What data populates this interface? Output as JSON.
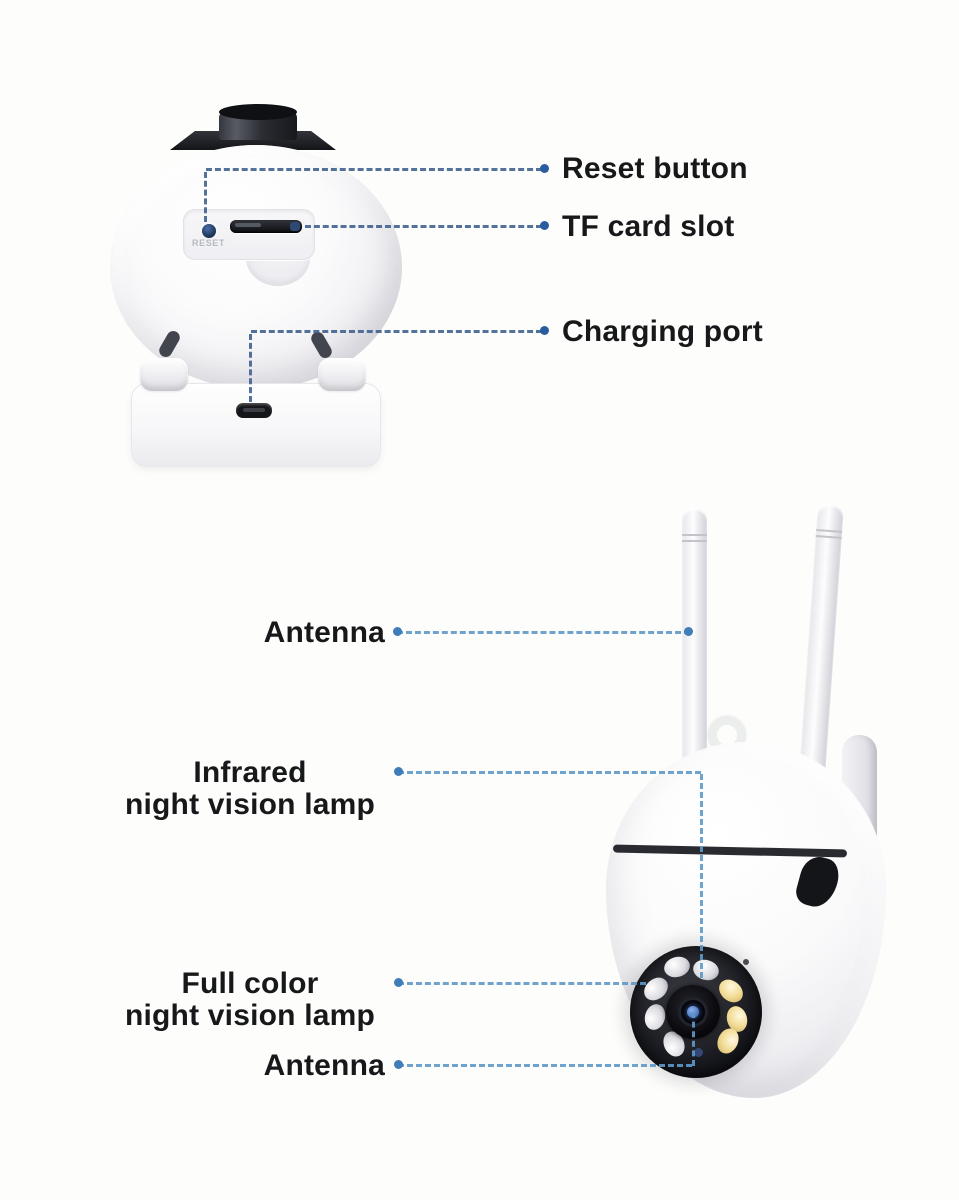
{
  "meta": {
    "background_color": "#fdfdfc",
    "label_color": "#17181a",
    "leader_line_color_top": "#41638f",
    "leader_line_color_bottom": "#5e9ac9",
    "leader_dot_color": "#2a5d9f"
  },
  "back_view": {
    "device_text": "RESET",
    "callouts": {
      "reset": "Reset button",
      "tf": "TF card slot",
      "charging": "Charging port"
    }
  },
  "front_view": {
    "callouts": {
      "antenna_top": "Antenna",
      "infrared_line1": "Infrared",
      "infrared_line2": "night vision lamp",
      "fullcolor_line1": "Full color",
      "fullcolor_line2": "night vision lamp",
      "antenna_bottom": "Antenna"
    }
  }
}
